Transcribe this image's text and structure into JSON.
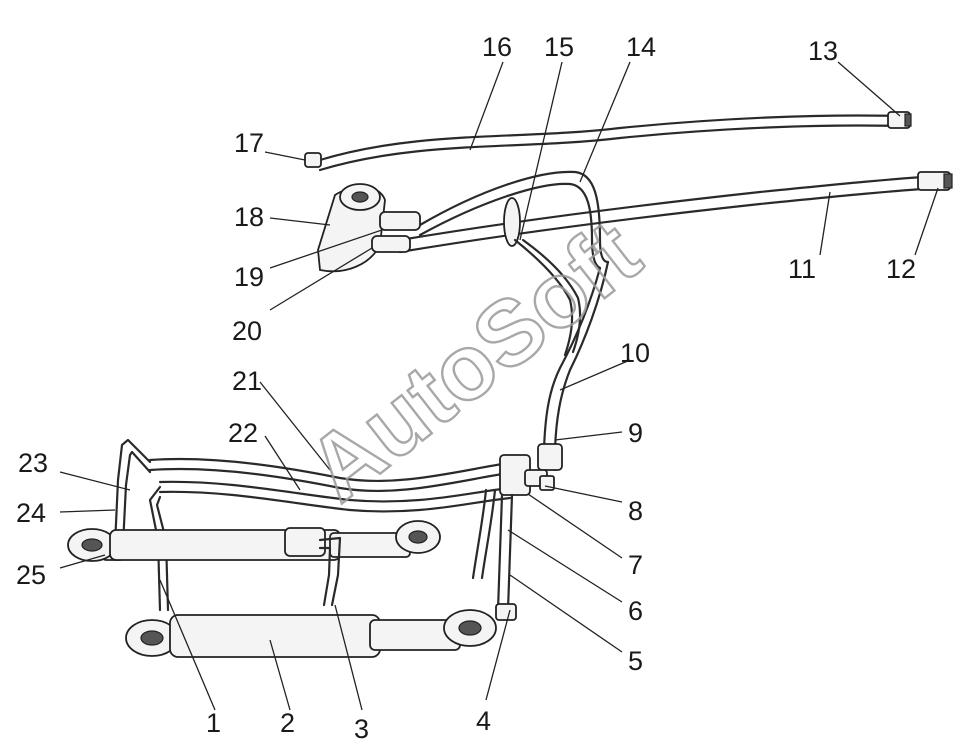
{
  "watermark": "AutoSoft",
  "callouts": [
    "1",
    "2",
    "3",
    "4",
    "5",
    "6",
    "7",
    "8",
    "9",
    "10",
    "11",
    "12",
    "13",
    "14",
    "15",
    "16",
    "17",
    "18",
    "19",
    "20",
    "21",
    "22",
    "23",
    "24",
    "25"
  ]
}
